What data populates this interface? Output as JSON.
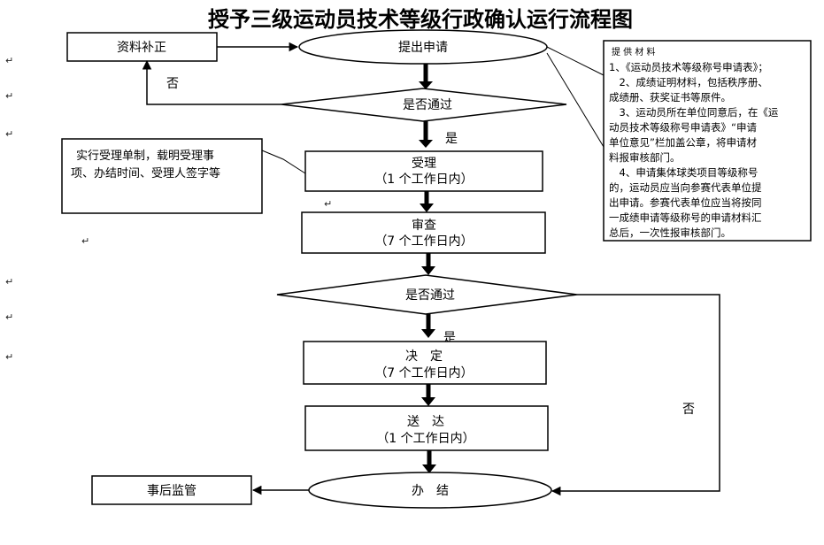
{
  "title": "授予三级运动员技术等级行政确认运行流程图",
  "return_mark": "↵",
  "nodes": {
    "submit": "提出申请",
    "supplement": "资料补正",
    "check1": "是否通过",
    "accept": "受理",
    "accept_time": "（1 个工作日内）",
    "review": "审查",
    "review_time": "（7 个工作日内）",
    "check2": "是否通过",
    "decide": "决　定",
    "decide_time": "（7 个工作日内）",
    "deliver": "送　达",
    "deliver_time": "（1 个工作日内）",
    "finish": "办　结",
    "supervise": "事后监管"
  },
  "edge_labels": {
    "no_top": "否",
    "yes_1": "是",
    "yes_2": "是",
    "no_right": "否"
  },
  "notes": {
    "acceptance": [
      "实行受理单制，载明受理事",
      "项、办结时间、受理人签字等"
    ],
    "materials_title": "提 供 材 料",
    "materials_lines": [
      "1、《运动员技术等级称号申请表》；",
      "　2、成绩证明材料，包括秩序册、",
      "成绩册、获奖证书等原件。",
      "　3、运动员所在单位同意后，在《运",
      "动员技术等级称号申请表》“申请",
      "单位意见”栏加盖公章，将申请材",
      "料报审核部门。",
      "　4、申请集体球类项目等级称号",
      "的，运动员应当向参赛代表单位提",
      "出申请。参赛代表单位应当将按同",
      "一成绩申请等级称号的申请材料汇",
      "总后，一次性报审核部门。"
    ]
  }
}
